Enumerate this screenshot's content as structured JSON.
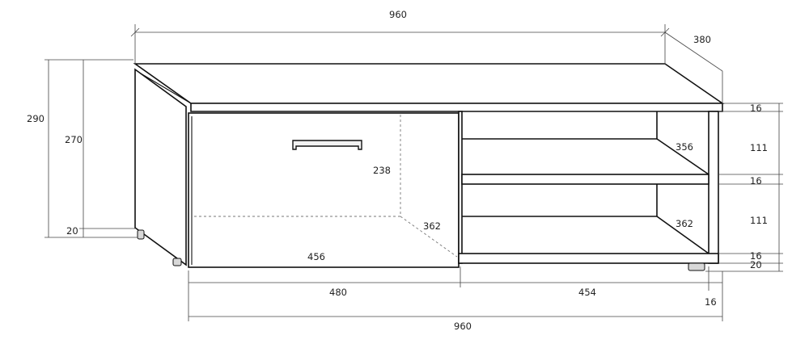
{
  "labels": {
    "total_width_top": "960",
    "depth_top": "380",
    "total_height": "290",
    "body_height": "270",
    "foot_height_left": "20",
    "drawer_inner_height": "238",
    "drawer_inner_depth": "362",
    "drawer_inner_width": "456",
    "upper_shelf_depth": "356",
    "lower_shelf_depth": "362",
    "top_panel_thickness": "16",
    "upper_opening_height": "111",
    "shelf_thickness": "16",
    "lower_opening_height": "111",
    "bottom_panel_thickness": "16",
    "foot_height_right": "20",
    "drawer_section_width": "480",
    "open_section_width": "454",
    "side_panel_thickness": "16",
    "total_width_bottom": "960"
  }
}
